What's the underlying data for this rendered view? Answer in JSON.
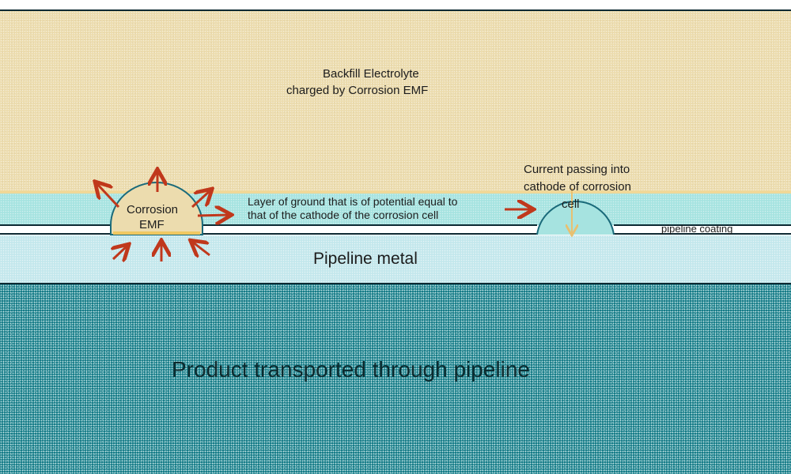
{
  "diagram": {
    "title": "Pipeline corrosion cell diagram",
    "regions": {
      "backfill": {
        "label_line1": "Backfill Electrolyte",
        "label_line2": "charged by Corrosion EMF",
        "color": "#ecdcae"
      },
      "ground_layer": {
        "label_line1": "Layer of ground that is of potential equal to",
        "label_line2": "that of the cathode of the corrosion cell",
        "color": "#a6e3e0"
      },
      "coating": {
        "label": "pipeline coating",
        "color": "#ffffff"
      },
      "metal": {
        "label": "Pipeline metal",
        "color": "#c3e7ec"
      },
      "product": {
        "label": "Product transported through pipeline",
        "color": "#177c88"
      }
    },
    "anode": {
      "label_line1": "Corrosion",
      "label_line2": "EMF",
      "color": "#ecdcae"
    },
    "cathode": {
      "label_line1": "Current passing into",
      "label_line2": "cathode of corrosion",
      "label_line3": "cell"
    },
    "arrow_color": "#c0381c",
    "outline_color": "#1a6a7a",
    "current_arrow_color": "#e8c070"
  }
}
